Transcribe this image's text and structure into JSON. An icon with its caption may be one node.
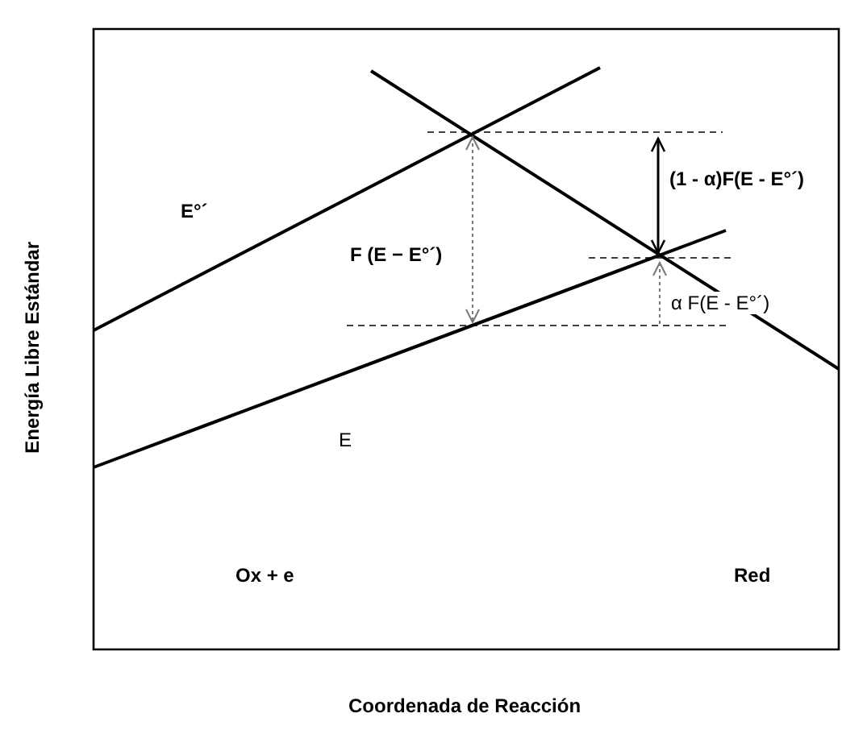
{
  "diagram": {
    "labels": [
      "E°´",
      "F (E − E°´)",
      "(1 - α)F(E - E°´)",
      "α F(E - E°´)",
      "E",
      "Ox + e",
      "Red",
      "Energía Libre Estándar",
      "Coordenada de Reacción"
    ]
  }
}
